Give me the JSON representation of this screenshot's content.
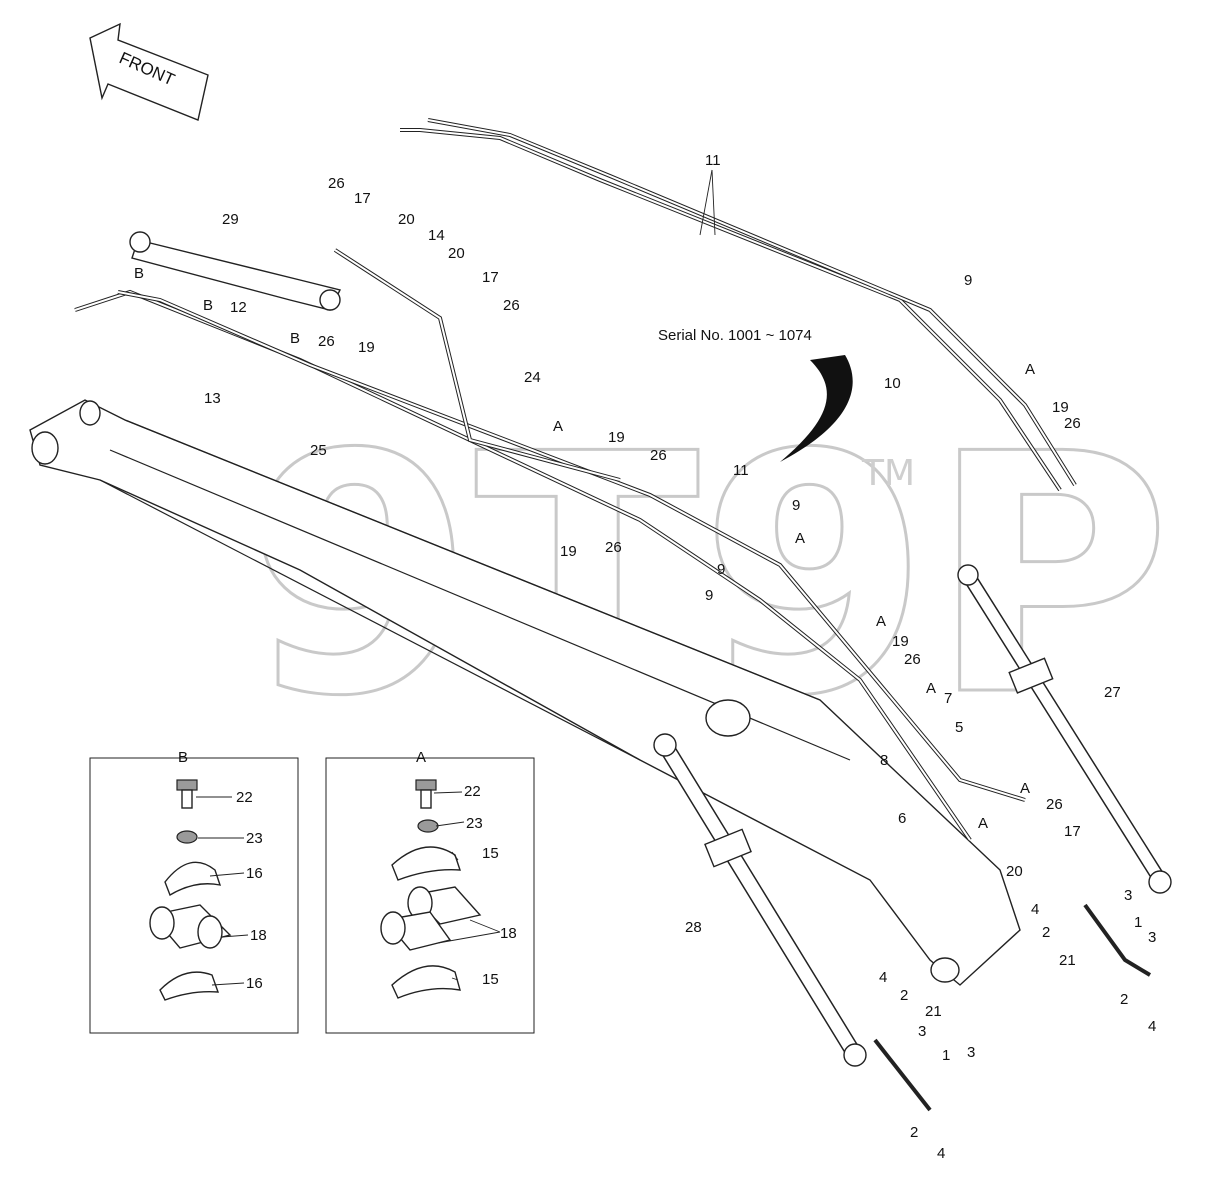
{
  "front_label": "FRONT",
  "serial_note": "Serial No. 1001 ~ 1074",
  "watermark": "9T9P",
  "trademark": "TM",
  "detail_b": {
    "title": "B",
    "labels": [
      "22",
      "23",
      "16",
      "18",
      "16"
    ]
  },
  "detail_a": {
    "title": "A",
    "labels": [
      "22",
      "23",
      "15",
      "18",
      "15"
    ]
  },
  "callouts": [
    "1",
    "2",
    "3",
    "4",
    "5",
    "6",
    "7",
    "8",
    "9",
    "10",
    "11",
    "12",
    "13",
    "14",
    "15",
    "16",
    "17",
    "18",
    "19",
    "20",
    "21",
    "22",
    "23",
    "24",
    "25",
    "26",
    "27",
    "28",
    "29",
    "A",
    "B"
  ]
}
